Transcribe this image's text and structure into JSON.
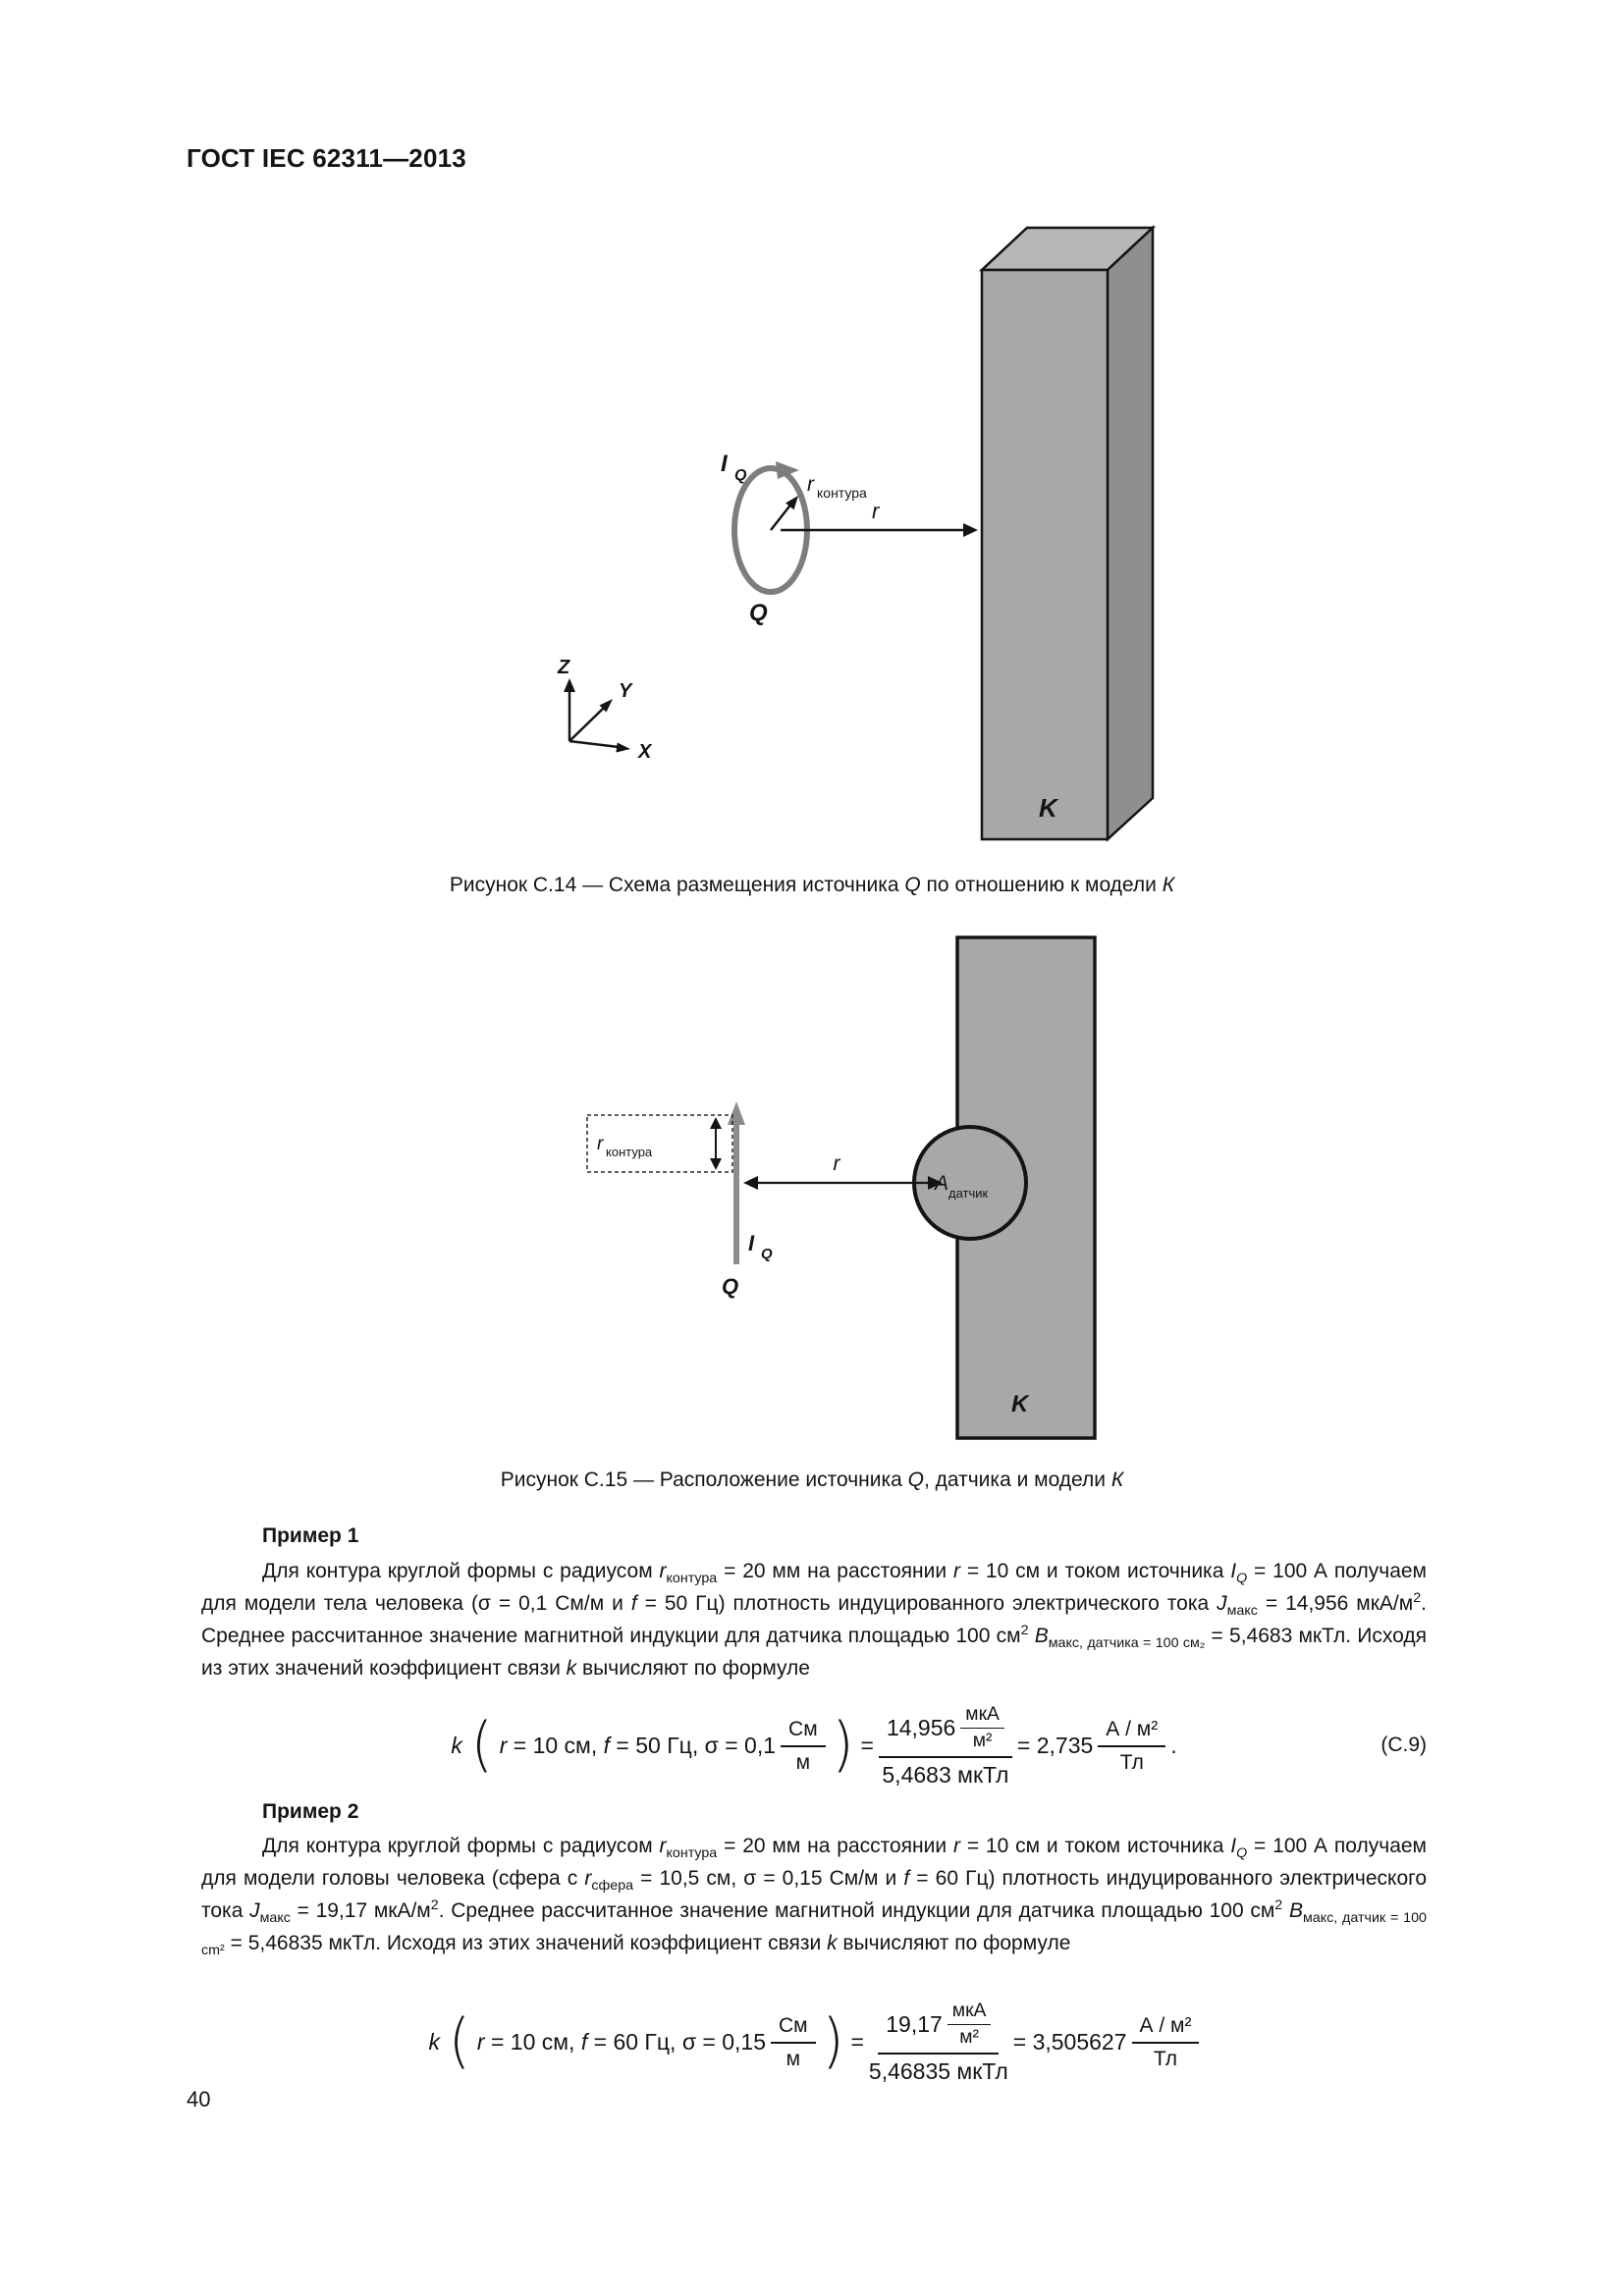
{
  "doc": {
    "header": "ГОСТ IEC 62311—2013",
    "page_number": "40"
  },
  "fig14": {
    "caption": [
      [
        "",
        "Рисунок С.14 — Схема размещения источника "
      ],
      [
        "i",
        "Q"
      ],
      [
        "",
        " по отношению к модели "
      ],
      [
        "i",
        "К"
      ]
    ],
    "labels": {
      "I": "I",
      "I_sub": "Q",
      "r_loop": "r",
      "r_loop_sub": "контура",
      "r": "r",
      "Q": "Q",
      "K": "K",
      "axis_x": "X",
      "axis_y": "Y",
      "axis_z": "Z"
    }
  },
  "fig15": {
    "caption": [
      [
        "",
        "Рисунок С.15 — Расположение источника "
      ],
      [
        "i",
        "Q"
      ],
      [
        "",
        ", датчика и модели "
      ],
      [
        "i",
        "К"
      ]
    ],
    "labels": {
      "r_loop": "r",
      "r_loop_sub": "контура",
      "r": "r",
      "I": "I",
      "I_sub": "Q",
      "Q": "Q",
      "K": "K",
      "A": "A",
      "A_sub": "датчик"
    }
  },
  "example1": {
    "title": "Пример 1",
    "body": [
      [
        "",
        "Для контура круглой формы с радиусом "
      ],
      [
        "i",
        "r"
      ],
      [
        "s",
        "контура"
      ],
      [
        "",
        " = 20 мм на расстоянии "
      ],
      [
        "i",
        "r"
      ],
      [
        "",
        " = 10 см и током источника "
      ],
      [
        "i",
        "I"
      ],
      [
        "is",
        "Q"
      ],
      [
        "",
        " = 100 А получаем для модели тела человека (σ = 0,1 См/м и "
      ],
      [
        "i",
        "f"
      ],
      [
        "",
        " = 50 Гц) плотность индуцированного электрического тока "
      ],
      [
        "i",
        "J"
      ],
      [
        "s",
        "макс"
      ],
      [
        "",
        " = 14,956 мкА/м"
      ],
      [
        "p",
        "2"
      ],
      [
        "",
        ". Среднее рассчитанное значение магнитной индукции для датчика площадью 100 см"
      ],
      [
        "p",
        "2"
      ],
      [
        "",
        " "
      ],
      [
        "i",
        "B"
      ],
      [
        "s",
        "макс, датчика = 100 см₂"
      ],
      [
        "",
        " = 5,4683 мкТл. Исходя из этих значений коэффициент связи "
      ],
      [
        "i",
        "k"
      ],
      [
        "",
        " вычисляют по формуле"
      ]
    ]
  },
  "formula1": {
    "k": "k",
    "paren_open": "(",
    "paren_close": ")",
    "args": [
      [
        "i",
        "r"
      ],
      [
        "",
        " = 10 см, "
      ],
      [
        "i",
        "f"
      ],
      [
        "",
        " = 50 Гц, σ = 0,1 "
      ]
    ],
    "arg_frac": {
      "num": "См",
      "den": "м"
    },
    "equals1": "=",
    "main_frac": {
      "num_text": "14,956",
      "num_frac": {
        "num": "мкА",
        "den": "м²"
      },
      "den": "5,4683 мкТл"
    },
    "equals2": "= 2,735",
    "result_frac": {
      "num": "А / м²",
      "den": "Тл"
    },
    "tail": ".",
    "number": "(С.9)"
  },
  "example2": {
    "title": "Пример 2",
    "body": [
      [
        "",
        "Для контура круглой формы с радиусом "
      ],
      [
        "i",
        "r"
      ],
      [
        "s",
        "контура"
      ],
      [
        "",
        " = 20 мм на расстоянии "
      ],
      [
        "i",
        "r"
      ],
      [
        "",
        " = 10 см и током источника "
      ],
      [
        "i",
        "I"
      ],
      [
        "is",
        "Q"
      ],
      [
        "",
        " = 100 А получаем для модели головы человека (сфера с "
      ],
      [
        "i",
        "r"
      ],
      [
        "s",
        "сфера"
      ],
      [
        "",
        " = 10,5 см, σ = 0,15 См/м и "
      ],
      [
        "i",
        "f"
      ],
      [
        "",
        " = 60 Гц) плотность индуцированного электрического тока "
      ],
      [
        "i",
        "J"
      ],
      [
        "s",
        "макс"
      ],
      [
        "",
        " = 19,17 мкА/м"
      ],
      [
        "p",
        "2"
      ],
      [
        "",
        ". Среднее рассчитанное значение магнитной индукции для датчика площадью 100 см"
      ],
      [
        "p",
        "2"
      ],
      [
        "",
        " "
      ],
      [
        "i",
        "B"
      ],
      [
        "s",
        "макс, датчик = 100 cm²"
      ],
      [
        "",
        " = 5,46835 мкТл. Исходя из этих значений коэффициент связи "
      ],
      [
        "i",
        "k"
      ],
      [
        "",
        " вычисляют по формуле"
      ]
    ]
  },
  "formula2": {
    "k": "k",
    "paren_open": "(",
    "paren_close": ")",
    "args": [
      [
        "i",
        "r"
      ],
      [
        "",
        " = 10 см, "
      ],
      [
        "i",
        "f"
      ],
      [
        "",
        " = 60 Гц, σ = 0,15 "
      ]
    ],
    "arg_frac": {
      "num": "См",
      "den": "м"
    },
    "equals1": "=",
    "main_frac": {
      "num_text": "19,17",
      "num_frac": {
        "num": "мкА",
        "den": "м²"
      },
      "den": "5,46835 мкТл"
    },
    "equals2": "= 3,505627",
    "result_frac": {
      "num": "А / м²",
      "den": "Тл"
    },
    "tail": ""
  }
}
